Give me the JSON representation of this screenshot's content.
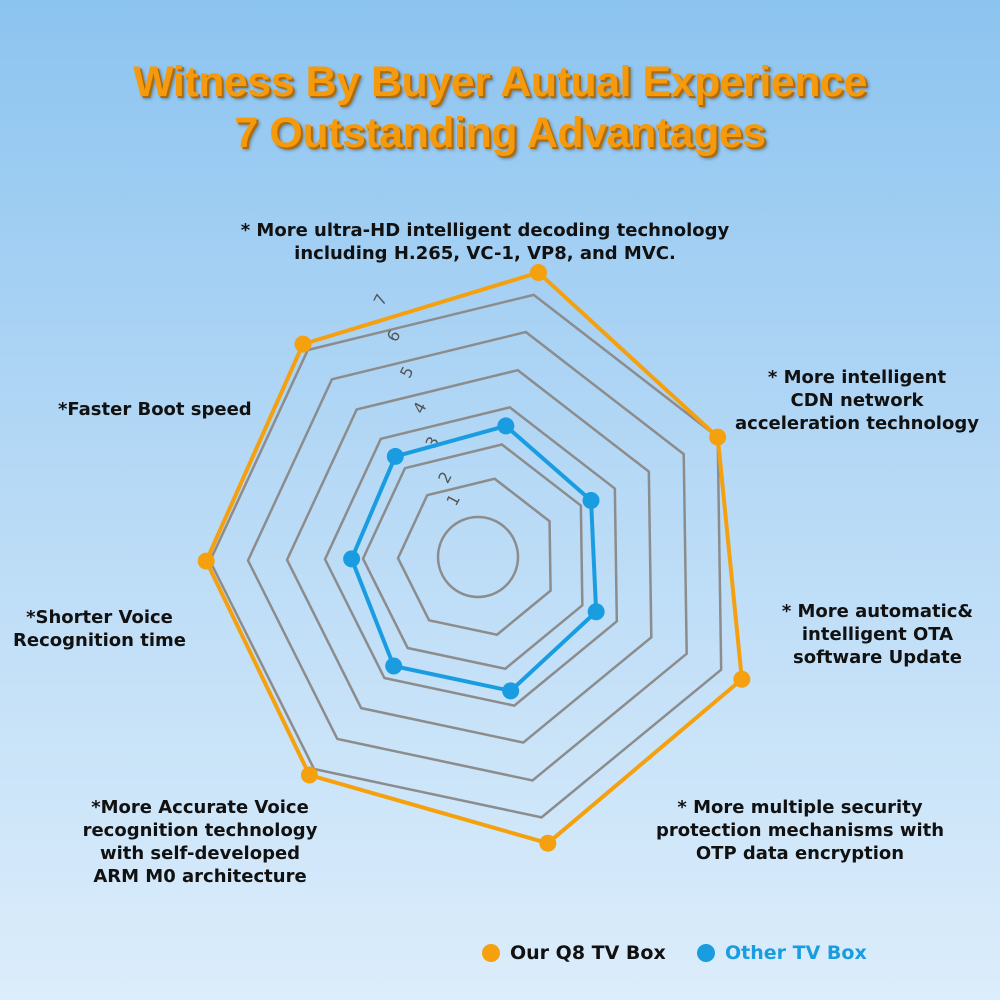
{
  "title": {
    "line1": "Witness By Buyer Autual Experience",
    "line2": "7 Outstanding Advantages"
  },
  "chart_data": {
    "type": "radar",
    "title": "Witness By Buyer Autual Experience 7 Outstanding Advantages",
    "axes": [
      {
        "label": [
          "* More ultra-HD intelligent decoding technology",
          "including H.265, VC-1, VP8, and MVC."
        ]
      },
      {
        "label": [
          "* More intelligent",
          "CDN network",
          "acceleration technology"
        ]
      },
      {
        "label": [
          "* More automatic&",
          "intelligent OTA",
          "software Update"
        ]
      },
      {
        "label": [
          "* More multiple security",
          "protection mechanisms with",
          "OTP data encryption"
        ]
      },
      {
        "label": [
          "*More Accurate Voice",
          "recognition technology",
          "with self-developed",
          "ARM M0 architecture"
        ]
      },
      {
        "label": [
          "*Shorter Voice",
          "Recognition time"
        ]
      },
      {
        "label": [
          "*Faster Boot speed"
        ]
      }
    ],
    "rings": [
      1,
      2,
      3,
      4,
      5,
      6,
      7
    ],
    "ring_tick_labels": [
      "1",
      "2",
      "3",
      "4",
      "5",
      "6",
      "7"
    ],
    "rlim": [
      0,
      8
    ],
    "series": [
      {
        "name": "Our Q8 TV Box",
        "color": "#f5a00f",
        "values": [
          7.6,
          7.0,
          7.6,
          7.7,
          7.2,
          7.1,
          7.2
        ]
      },
      {
        "name": "Other TV Box",
        "color": "#1a9de0",
        "values": [
          3.5,
          3.3,
          3.4,
          3.6,
          3.6,
          3.3,
          3.4
        ]
      }
    ],
    "legend": "bottom-right"
  },
  "colors": {
    "orange": "#f5a00f",
    "blue": "#1a9de0",
    "grid": "#8c8c8c",
    "title": "#f59a0c"
  }
}
